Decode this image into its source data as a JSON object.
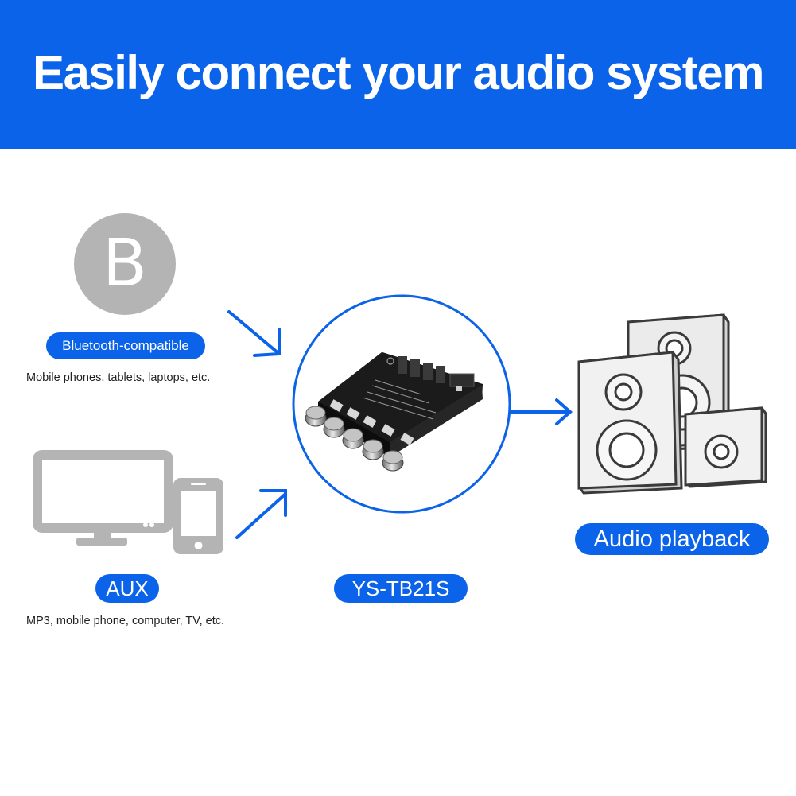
{
  "header": {
    "title": "Easily connect your audio system"
  },
  "inputs": {
    "bluetooth": {
      "badge_letter": "B",
      "label": "Bluetooth-compatible",
      "description": "Mobile phones, tablets, laptops, etc."
    },
    "aux": {
      "label": "AUX",
      "description": "MP3, mobile phone, computer, TV, etc."
    }
  },
  "device": {
    "model_label": "YS-TB21S"
  },
  "output": {
    "label": "Audio playback"
  },
  "colors": {
    "accent": "#0a63e8",
    "icon_gray": "#b4b4b4",
    "board": "#1b1b1b"
  }
}
